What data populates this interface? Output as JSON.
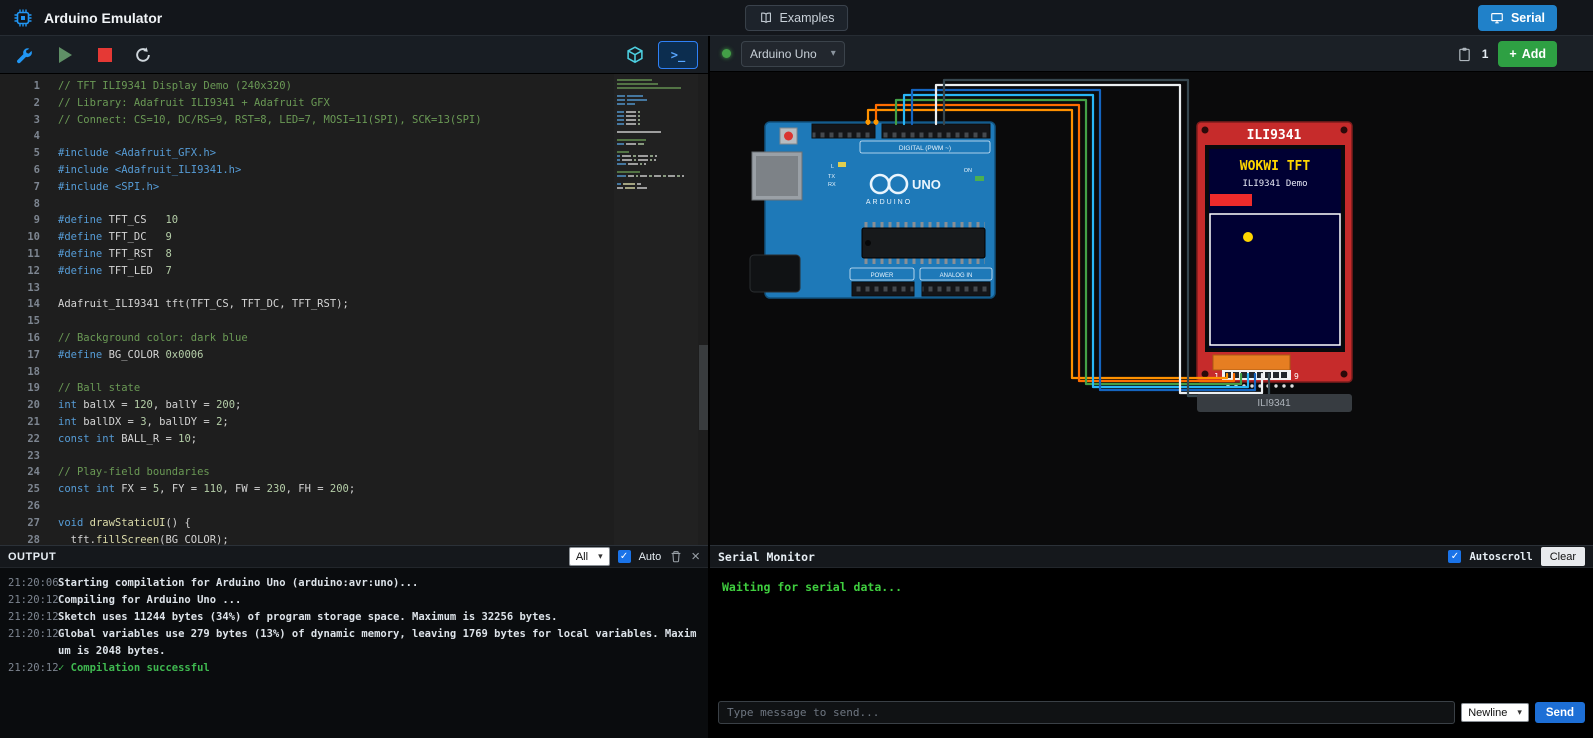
{
  "icons": {
    "check": "✓",
    "close": "×",
    "chevron": "▾",
    "plus": "+",
    "terminal": ">_"
  },
  "topbar": {
    "title": "Arduino Emulator",
    "examples_label": "Examples",
    "serial_label": "Serial"
  },
  "editor": {
    "lines": [
      [
        [
          "c",
          "// TFT ILI9341 Display Demo (240x320)"
        ]
      ],
      [
        [
          "c",
          "// Library: Adafruit ILI9341 + Adafruit GFX"
        ]
      ],
      [
        [
          "c",
          "// Connect: CS=10, DC/RS=9, RST=8, LED=7, MOSI=11(SPI), SCK=13(SPI)"
        ]
      ],
      [],
      [
        [
          "k",
          "#include"
        ],
        [
          "s",
          " <Adafruit_GFX.h>"
        ]
      ],
      [
        [
          "k",
          "#include"
        ],
        [
          "s",
          " <Adafruit_ILI9341.h>"
        ]
      ],
      [
        [
          "k",
          "#include"
        ],
        [
          "s",
          " <SPI.h>"
        ]
      ],
      [],
      [
        [
          "k",
          "#define"
        ],
        [
          "p",
          " TFT_CS   "
        ],
        [
          "n",
          "10"
        ]
      ],
      [
        [
          "k",
          "#define"
        ],
        [
          "p",
          " TFT_DC   "
        ],
        [
          "n",
          "9"
        ]
      ],
      [
        [
          "k",
          "#define"
        ],
        [
          "p",
          " TFT_RST  "
        ],
        [
          "n",
          "8"
        ]
      ],
      [
        [
          "k",
          "#define"
        ],
        [
          "p",
          " TFT_LED  "
        ],
        [
          "n",
          "7"
        ]
      ],
      [],
      [
        [
          "p",
          "Adafruit_ILI9341 tft(TFT_CS, TFT_DC, TFT_RST);"
        ]
      ],
      [],
      [
        [
          "c",
          "// Background color: dark blue"
        ]
      ],
      [
        [
          "k",
          "#define"
        ],
        [
          "p",
          " BG_COLOR "
        ],
        [
          "n",
          "0x0006"
        ]
      ],
      [],
      [
        [
          "c",
          "// Ball state"
        ]
      ],
      [
        [
          "k",
          "int"
        ],
        [
          "p",
          " ballX = "
        ],
        [
          "n",
          "120"
        ],
        [
          "p",
          ", ballY = "
        ],
        [
          "n",
          "200"
        ],
        [
          "p",
          ";"
        ]
      ],
      [
        [
          "k",
          "int"
        ],
        [
          "p",
          " ballDX = "
        ],
        [
          "n",
          "3"
        ],
        [
          "p",
          ", ballDY = "
        ],
        [
          "n",
          "2"
        ],
        [
          "p",
          ";"
        ]
      ],
      [
        [
          "k",
          "const int"
        ],
        [
          "p",
          " BALL_R = "
        ],
        [
          "n",
          "10"
        ],
        [
          "p",
          ";"
        ]
      ],
      [],
      [
        [
          "c",
          "// Play-field boundaries"
        ]
      ],
      [
        [
          "k",
          "const int"
        ],
        [
          "p",
          " FX = "
        ],
        [
          "n",
          "5"
        ],
        [
          "p",
          ", FY = "
        ],
        [
          "n",
          "110"
        ],
        [
          "p",
          ", FW = "
        ],
        [
          "n",
          "230"
        ],
        [
          "p",
          ", FH = "
        ],
        [
          "n",
          "200"
        ],
        [
          "p",
          ";"
        ]
      ],
      [],
      [
        [
          "k",
          "void"
        ],
        [
          "f",
          " drawStaticUI"
        ],
        [
          "p",
          "() {"
        ]
      ],
      [
        [
          "p",
          "  tft."
        ],
        [
          "f",
          "fillScreen"
        ],
        [
          "p",
          "(BG_COLOR);"
        ]
      ]
    ]
  },
  "output": {
    "title": "OUTPUT",
    "filter_value": "All",
    "auto_label": "Auto",
    "logs": [
      {
        "time": "21:20:06",
        "text": "Starting compilation for Arduino Uno (arduino:avr:uno)...",
        "type": "info"
      },
      {
        "time": "21:20:12",
        "text": "Compiling for Arduino Uno ...",
        "type": "info"
      },
      {
        "time": "21:20:12",
        "text": "Sketch uses 11244 bytes (34%) of program storage space. Maximum is 32256 bytes.",
        "type": "info"
      },
      {
        "time": "21:20:12",
        "text": "Global variables use 279 bytes (13%) of dynamic memory, leaving 1769 bytes for local variables. Maxim",
        "type": "info"
      },
      {
        "time": "",
        "text": "um is 2048 bytes.",
        "type": "info"
      },
      {
        "time": "21:20:12",
        "text": "✓ Compilation successful",
        "type": "success"
      }
    ]
  },
  "sim": {
    "board_select": "Arduino Uno",
    "parts_count": "1",
    "add_label": "Add",
    "board": {
      "uno": "UNO",
      "arduino": "ARDUINO",
      "digital": "DIGITAL (PWM ~)",
      "power": "POWER",
      "analog": "ANALOG IN",
      "on": "ON",
      "l": "L",
      "tx": "TX",
      "rx": "RX"
    },
    "tft": {
      "title": "ILI9341",
      "screen_title": "WOKWI TFT",
      "screen_sub": "ILI9341 Demo",
      "pin_first": "1",
      "pin_last": "9",
      "tooltip": "ILI9341"
    }
  },
  "serial": {
    "title": "Serial Monitor",
    "autoscroll_label": "Autoscroll",
    "clear_label": "Clear",
    "body": "Waiting for serial data...",
    "input_placeholder": "Type message to send...",
    "line_ending": "Newline",
    "send_label": "Send"
  }
}
